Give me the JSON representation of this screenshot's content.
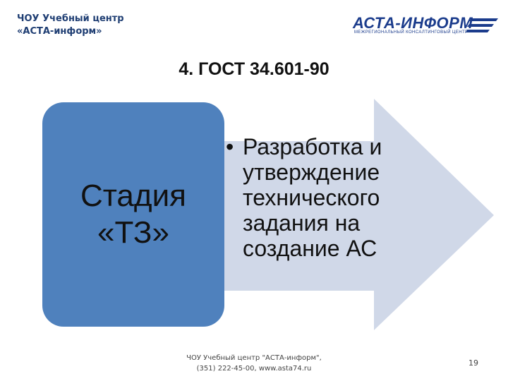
{
  "header": {
    "org_line1": "ЧОУ Учебный центр",
    "org_line2": "«АСТА-информ»",
    "logo": {
      "name": "АСТА-ИНФОРМ",
      "tagline": "МЕЖРЕГИОНАЛЬНЫЙ КОНСАЛТИНГОВЫЙ ЦЕНТР",
      "color": "#1b3c8c"
    }
  },
  "slide": {
    "title": "4. ГОСТ 34.601-90",
    "stage": {
      "line1": "Стадия",
      "line2": "«ТЗ»",
      "color": "#4f81bd"
    },
    "description": {
      "bullet": "•",
      "lines": [
        "Разработка и",
        "утверждение",
        "технического",
        "задания на",
        "создание АС"
      ]
    },
    "arrow_color": "#d0d8e8"
  },
  "footer": {
    "line1": "ЧОУ Учебный центр \"АСТА-информ\",",
    "line2": "(351) 222-45-00, www.asta74.ru",
    "page_number": "19"
  }
}
